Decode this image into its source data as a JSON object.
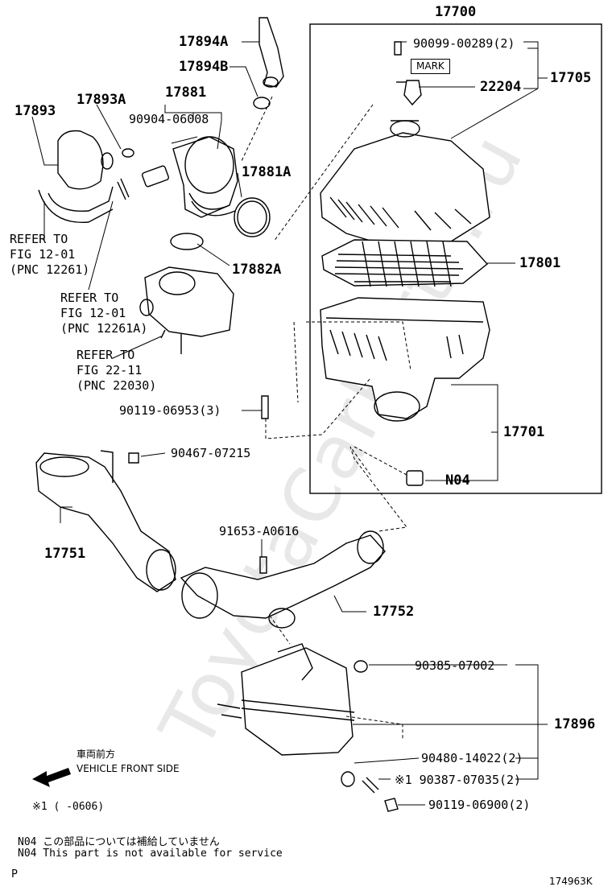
{
  "watermark": "ToyotaCarParts.ru",
  "labels": {
    "p17700": "17700",
    "p17894A": "17894A",
    "p17894B": "17894B",
    "p17881": "17881",
    "p17893": "17893",
    "p17893A": "17893A",
    "p90904": "90904-06008",
    "p17881A": "17881A",
    "p17882A": "17882A",
    "p90099": "90099-00289(2)",
    "p22204": "22204",
    "p17705": "17705",
    "p17801": "17801",
    "p17701": "17701",
    "pN04": "N04",
    "p90119a": "90119-06953(3)",
    "p90467": "90467-07215",
    "p17751": "17751",
    "p91653": "91653-A0616",
    "p17752": "17752",
    "p90385": "90385-07002",
    "p17896": "17896",
    "p90480": "90480-14022(2)",
    "p90387": "※1 90387-07035(2)",
    "p90119b": "90119-06900(2)",
    "mark": "MARK"
  },
  "refers": {
    "r1": "REFER TO\nFIG 12-01\n(PNC 12261)",
    "r2": "REFER TO\nFIG 12-01\n(PNC 12261A)",
    "r3": "REFER TO\nFIG 22-11\n(PNC 22030)"
  },
  "direction": {
    "jp": "車両前方",
    "en": "VEHICLE FRONT SIDE"
  },
  "footnote": "※1 (     -0606)",
  "notes": {
    "jp": "N04 この部品については補給していません",
    "en": "N04 This part is not available for service"
  },
  "corner_p": "P",
  "diagram_id": "174963K"
}
